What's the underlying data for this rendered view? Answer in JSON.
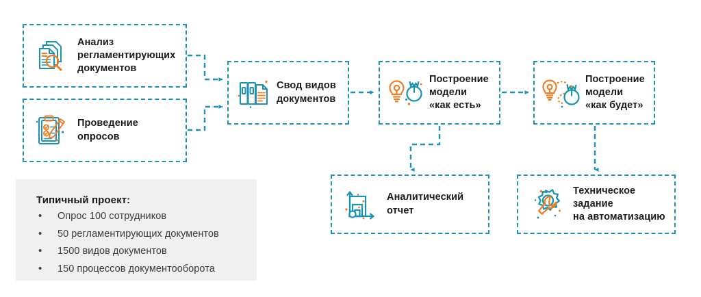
{
  "theme": {
    "teal": "#1b93b0",
    "orange": "#f07d22",
    "text_dark": "#1b1b1b",
    "text_body": "#3a3a3a",
    "panel_bg": "#f0f0f0",
    "page_bg": "#ffffff"
  },
  "diagram": {
    "nodes": [
      {
        "id": "analysis",
        "label": "Анализ\nрегламентирующих\nдокументов",
        "icon": "documents-magnifier-icon"
      },
      {
        "id": "surveys",
        "label": "Проведение\nопросов",
        "icon": "clipboard-pencil-icon"
      },
      {
        "id": "registry",
        "label": "Свод видов\nдокументов",
        "icon": "binders-document-icon"
      },
      {
        "id": "as_is",
        "label": "Построение\nмодели\n«как есть»",
        "icon": "two-lightbulbs-icon"
      },
      {
        "id": "to_be",
        "label": "Построение\nмодели\n«как будет»",
        "icon": "linked-lightbulbs-icon"
      },
      {
        "id": "report",
        "label": "Аналитический\nотчет",
        "icon": "bar-chart-icon"
      },
      {
        "id": "spec",
        "label": "Техническое\nзадание\nна автоматизацию",
        "icon": "gear-wrench-icon"
      }
    ],
    "connectors": [
      {
        "from": "analysis",
        "to": "registry",
        "style": "dashed-arrow"
      },
      {
        "from": "surveys",
        "to": "registry",
        "style": "dashed-arrow"
      },
      {
        "from": "registry",
        "to": "as_is",
        "style": "dashed-arrow"
      },
      {
        "from": "as_is",
        "to": "to_be",
        "style": "dashed-arrow"
      },
      {
        "from": "as_is",
        "to": "report",
        "style": "dashed-arrow"
      },
      {
        "from": "to_be",
        "to": "spec",
        "style": "dashed-arrow"
      }
    ]
  },
  "info_panel": {
    "title": "Типичный проект:",
    "items": [
      "Опрос 100 сотрудников",
      "50 регламентирующих документов",
      "1500 видов документов",
      "150 процессов документооборота"
    ]
  }
}
